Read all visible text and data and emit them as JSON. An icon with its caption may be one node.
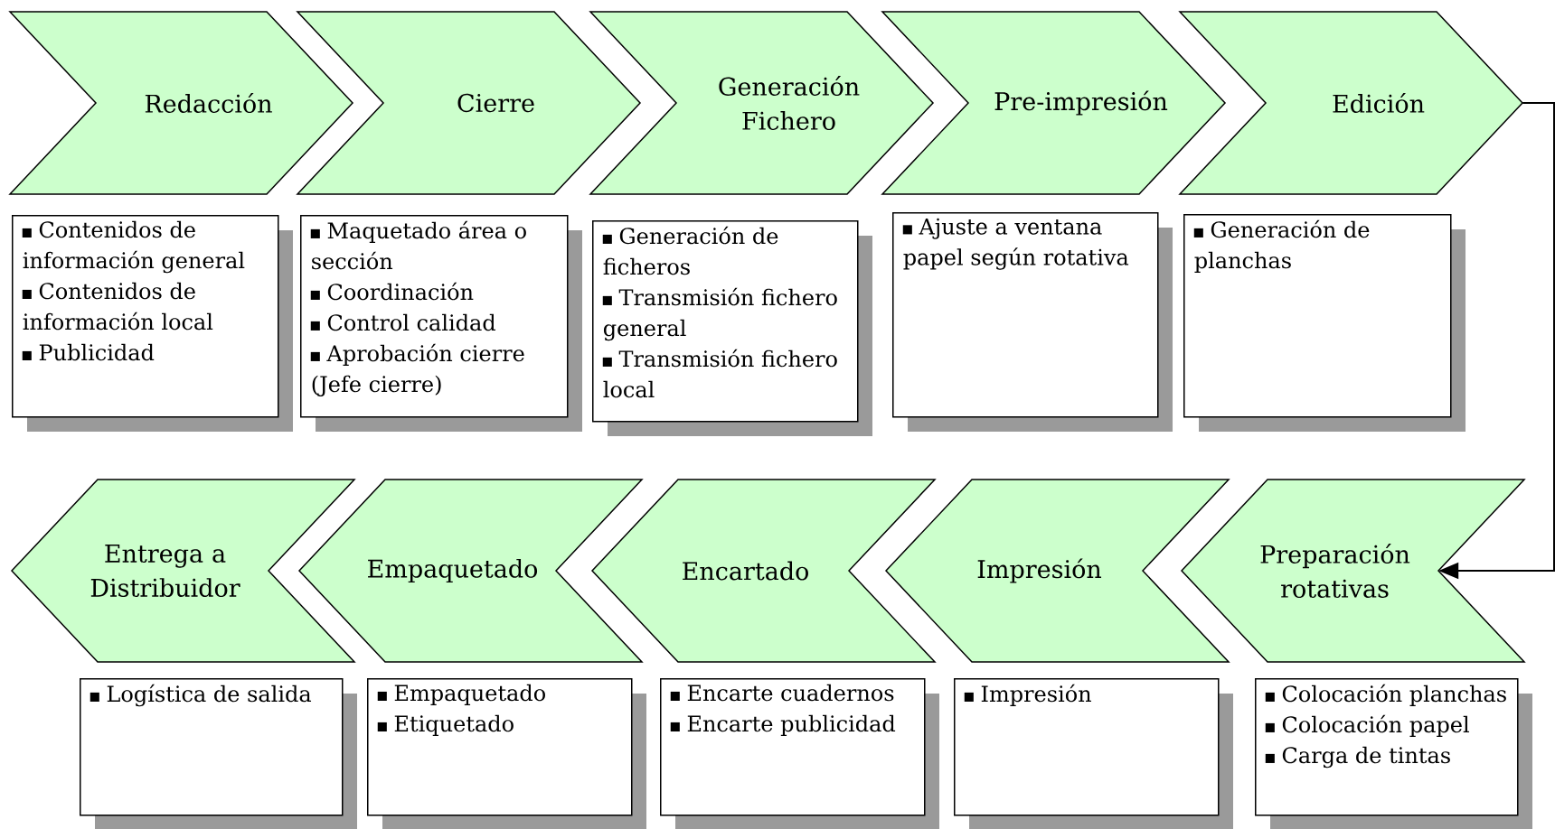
{
  "diagram": {
    "nodes": [
      {
        "text": [
          "Redacción"
        ]
      },
      {
        "text": [
          "Cierre"
        ]
      },
      {
        "text": [
          "Generación Fichero"
        ]
      },
      {
        "text": [
          "Pre-impresión"
        ]
      },
      {
        "text": [
          "Edición"
        ]
      },
      {
        "text": [
          "Contenidos de información general",
          "Contenidos de información local",
          "Publicidad"
        ]
      },
      {
        "text": [
          "Maquetado área o sección",
          "Coordinación",
          "Control calidad",
          "Aprobación cierre (Jefe cierre)"
        ]
      },
      {
        "text": [
          "Generación de ficheros",
          "Transmisión fichero general",
          "Transmisión fichero local"
        ]
      },
      {
        "text": [
          "Ajuste a ventana papel según rotativa"
        ]
      },
      {
        "text": [
          "Generación de planchas"
        ]
      },
      {
        "text": [
          "Entrega a Distribuidor"
        ]
      },
      {
        "text": [
          "Empaquetado"
        ]
      },
      {
        "text": [
          "Encartado"
        ]
      },
      {
        "text": [
          "Impresión"
        ]
      },
      {
        "text": [
          "Preparación rotativas"
        ]
      },
      {
        "text": [
          "Logística de salida"
        ]
      },
      {
        "text": [
          "Empaquetado",
          "Etiquetado"
        ]
      },
      {
        "text": [
          "Encarte cuadernos",
          "Encarte publicidad"
        ]
      },
      {
        "text": [
          "Impresión"
        ]
      },
      {
        "text": [
          "Colocación planchas",
          "Colocación papel",
          "Carga de tintas"
        ]
      }
    ],
    "edges": [
      {
        "from": 4,
        "to": 14,
        "arrow": "to"
      }
    ]
  }
}
